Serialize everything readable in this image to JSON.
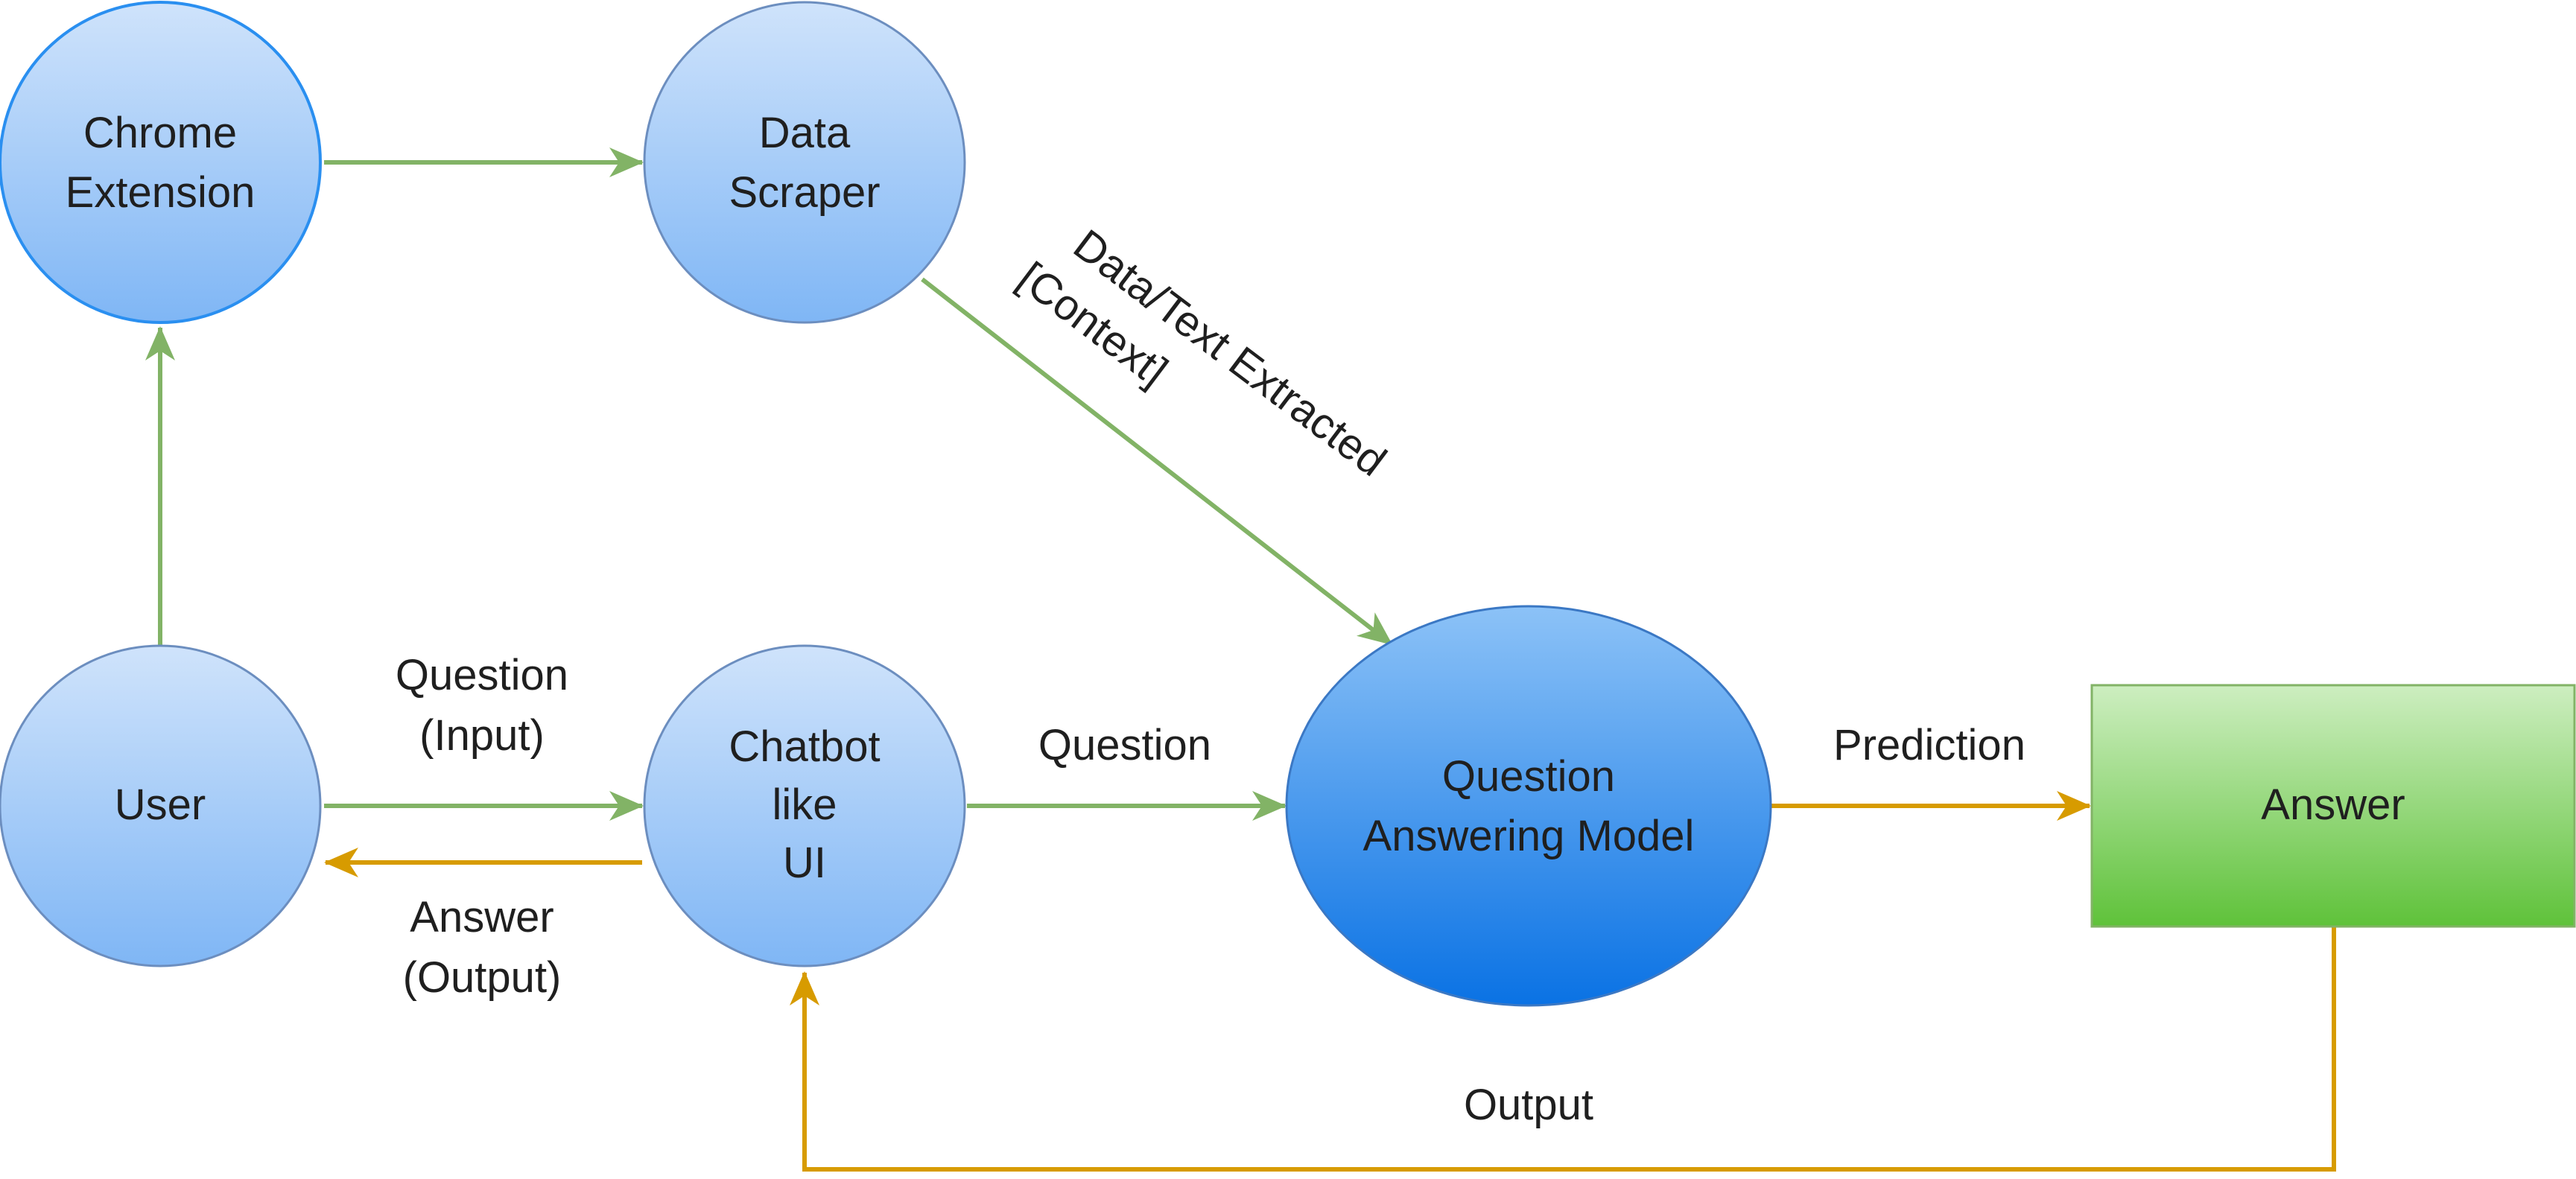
{
  "nodes": {
    "chrome_extension": {
      "line1": "Chrome",
      "line2": "Extension"
    },
    "data_scraper": {
      "line1": "Data",
      "line2": "Scraper"
    },
    "user": {
      "label": "User"
    },
    "chatbot_ui": {
      "line1": "Chatbot",
      "line2": "like",
      "line3": "UI"
    },
    "qa_model": {
      "line1": "Question",
      "line2": "Answering Model"
    },
    "answer": {
      "label": "Answer"
    }
  },
  "edges": {
    "extracted": {
      "line1": "Data/Text Extracted",
      "line2": "[Context]"
    },
    "question_input": {
      "line1": "Question",
      "line2": "(Input)"
    },
    "answer_output": {
      "line1": "Answer",
      "line2": "(Output)"
    },
    "question": {
      "label": "Question"
    },
    "prediction": {
      "label": "Prediction"
    },
    "output": {
      "label": "Output"
    }
  },
  "colors": {
    "green_edge": "#82b366",
    "orange_edge": "#d79b00",
    "light_blue_node": "#a9cdf8",
    "dark_blue_node": "#1a7ae6",
    "answer_box": "#7bcf5a"
  }
}
